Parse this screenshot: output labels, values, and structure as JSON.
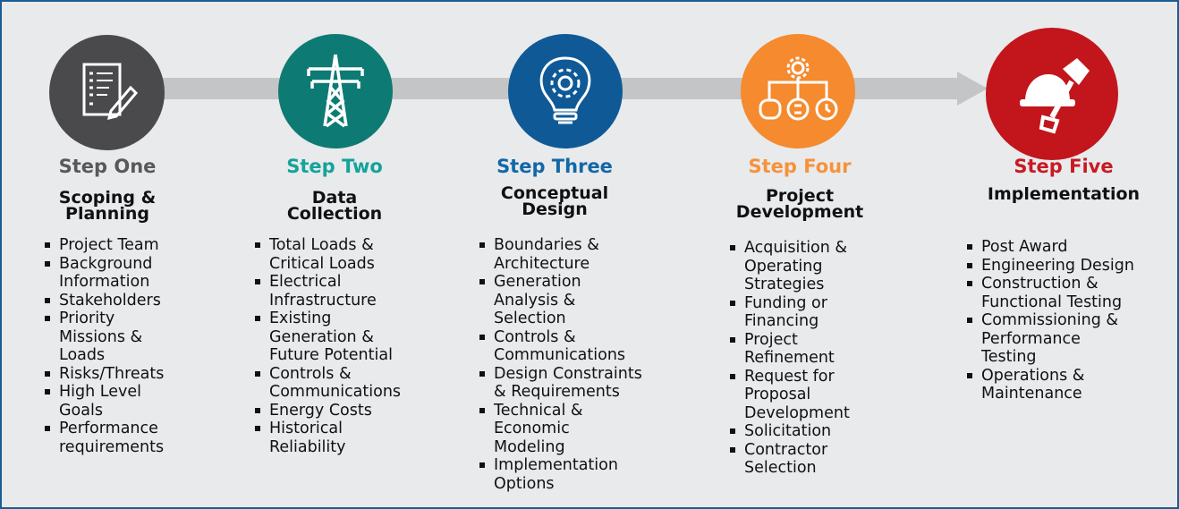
{
  "colors": {
    "step1": "#4a4a4c",
    "step2": "#0e7a74",
    "step3": "#0f5a96",
    "step4": "#f58a2e",
    "step5": "#c2161c",
    "label1": "#58595b",
    "label2": "#14a39a",
    "label3": "#1268a6",
    "label4": "#f7923a",
    "label5": "#c71a22"
  },
  "steps": [
    {
      "label": "Step One",
      "title": "Scoping &\nPlanning",
      "icon": "document-pencil-icon",
      "items": [
        "Project Team",
        "Background\nInformation",
        "Stakeholders",
        "Priority\nMissions &\nLoads",
        "Risks/Threats",
        "High Level\nGoals",
        "Performance\nrequirements"
      ]
    },
    {
      "label": "Step Two",
      "title": "Data\nCollection",
      "icon": "power-tower-icon",
      "items": [
        "Total Loads &\nCritical Loads",
        "Electrical\nInfrastructure",
        "Existing\nGeneration &\nFuture Potential",
        "Controls &\nCommunications",
        "Energy Costs",
        "Historical\nReliability"
      ]
    },
    {
      "label": "Step Three",
      "title": "Conceptual\nDesign",
      "icon": "lightbulb-gear-icon",
      "items": [
        "Boundaries &\nArchitecture",
        "Generation\nAnalysis &\nSelection",
        "Controls &\nCommunications",
        "Design Constraints\n& Requirements",
        "Technical &\nEconomic\nModeling",
        "Implementation\nOptions"
      ]
    },
    {
      "label": "Step Four",
      "title": "Project\nDevelopment",
      "icon": "gear-flow-icon",
      "items": [
        "Acquisition &\nOperating\nStrategies",
        "Funding or\nFinancing",
        "Project\nRefinement",
        "Request for\nProposal\nDevelopment",
        "Solicitation",
        "Contractor\nSelection"
      ]
    },
    {
      "label": "Step Five",
      "title": "Implementation",
      "icon": "hardhat-shovel-icon",
      "items": [
        "Post Award",
        "Engineering Design",
        "Construction &\nFunctional Testing",
        "Commissioning &\nPerformance\nTesting",
        " Operations &\nMaintenance"
      ]
    }
  ]
}
